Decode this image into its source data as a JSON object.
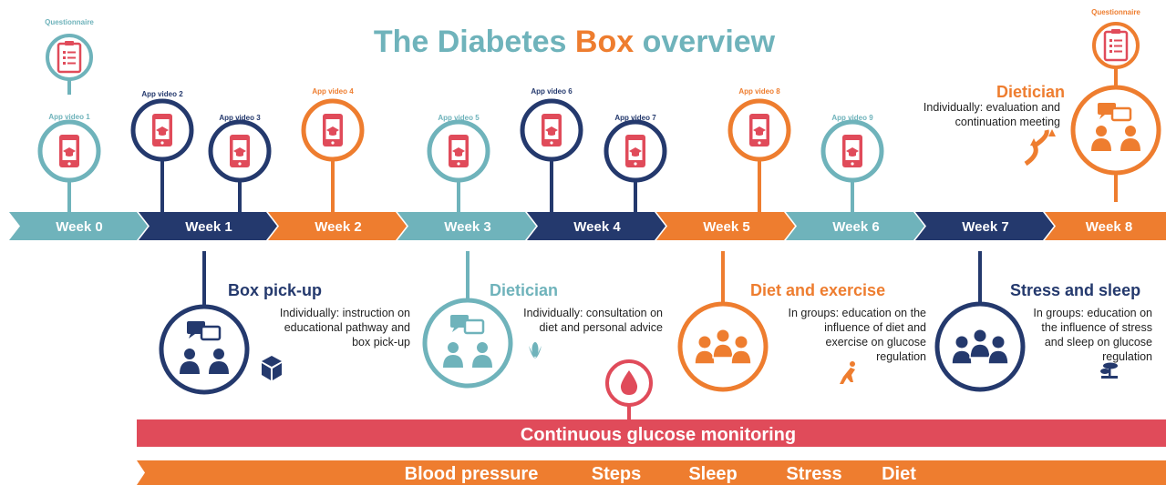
{
  "colors": {
    "teal": "#6fb3bb",
    "navy": "#24396d",
    "orange": "#ee7d2f",
    "red": "#e04b5a",
    "white": "#ffffff",
    "text": "#222222"
  },
  "title": {
    "part1": "The Diabetes ",
    "part2": "Box",
    "part3": " overview"
  },
  "weeks": [
    "Week 0",
    "Week 1",
    "Week 2",
    "Week 3",
    "Week 4",
    "Week 5",
    "Week 6",
    "Week 7",
    "Week 8"
  ],
  "top": {
    "questionnaire_start": {
      "label": "Questionnaire",
      "icon": "clipboard-icon"
    },
    "questionnaire_end": {
      "label": "Questionnaire",
      "icon": "clipboard-icon"
    },
    "videos": [
      "App video 1",
      "App video 2",
      "App video 3",
      "App video 4",
      "App video 5",
      "App video 6",
      "App video 7",
      "App video 8",
      "App video 9"
    ],
    "video_icon": "phone-graduation-cap-icon",
    "final_dietician": {
      "heading": "Dietician",
      "line1": "Individually: evaluation and",
      "line2": "continuation meeting",
      "icon": "consultation-icon",
      "extra_icon": "path-icon"
    }
  },
  "phases": [
    {
      "heading": "Box pick-up",
      "lines": [
        "Individually: instruction on",
        "educational pathway and",
        "box pick-up"
      ],
      "icon": "consultation-icon",
      "extra_icon": "box-icon"
    },
    {
      "heading": "Dietician",
      "lines": [
        "Individually: consultation on",
        "diet and personal advice"
      ],
      "icon": "consultation-icon",
      "extra_icon": "corn-icon"
    },
    {
      "heading": "Diet and exercise",
      "lines": [
        "In groups: education on the",
        "influence of diet and",
        "exercise on glucose",
        "regulation"
      ],
      "icon": "group-icon",
      "extra_icon": "exercise-icon"
    },
    {
      "heading": "Stress and sleep",
      "lines": [
        "In groups: education on",
        "the influence of stress",
        "and sleep on glucose",
        "regulation"
      ],
      "icon": "group-icon",
      "extra_icon": "bonsai-icon"
    }
  ],
  "glucose": {
    "label": "Continuous glucose monitoring",
    "icon": "blood-drop-icon"
  },
  "measures": [
    "Blood pressure",
    "Steps",
    "Sleep",
    "Stress",
    "Diet"
  ]
}
